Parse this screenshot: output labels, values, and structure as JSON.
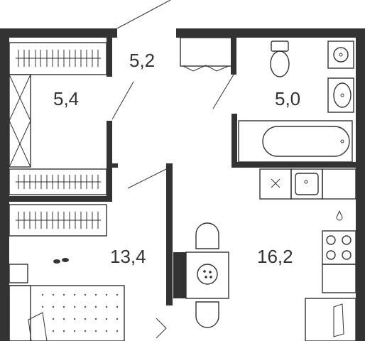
{
  "rooms": [
    {
      "id": "corridor",
      "area": "5,2"
    },
    {
      "id": "wardrobe",
      "area": "5,4"
    },
    {
      "id": "bathroom",
      "area": "5,0"
    },
    {
      "id": "bedroom",
      "area": "13,4"
    },
    {
      "id": "kitchen-living",
      "area": "16,2"
    }
  ],
  "colors": {
    "wall": "#333333",
    "background": "#ffffff"
  }
}
